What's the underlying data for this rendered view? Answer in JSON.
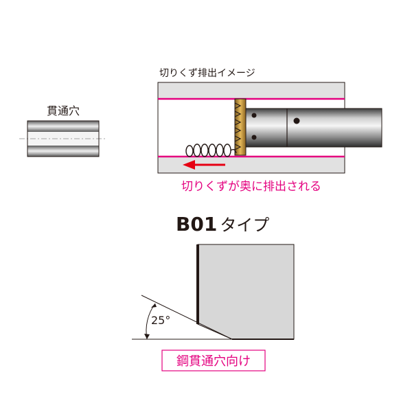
{
  "labels": {
    "through_hole": "貫通穴",
    "chip_image": "切りくず排出イメージ",
    "chip_direction": "切りくずが奥に排出される",
    "type_code": "B01",
    "type_suffix": "タイプ",
    "angle": "25°",
    "application": "鋼貫通穴向け"
  },
  "colors": {
    "accent": "#E4007F",
    "arrow": "#E60012",
    "line": "#231815",
    "insert": "#C89B3C"
  }
}
